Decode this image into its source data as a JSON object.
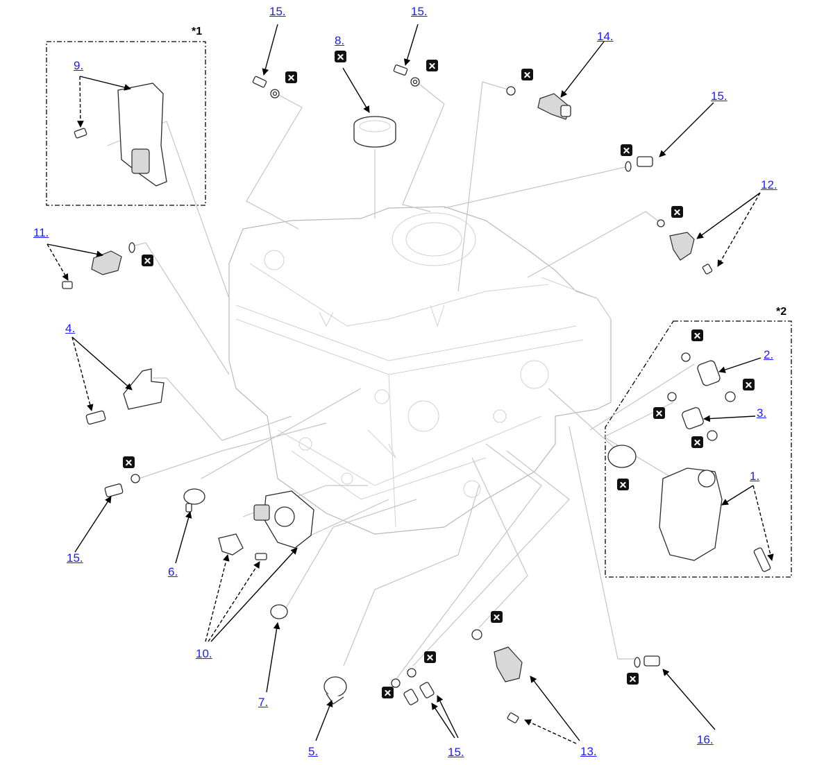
{
  "diagram": {
    "notes": [
      {
        "id": "note-1",
        "text": "*1"
      },
      {
        "id": "note-2",
        "text": "*2"
      }
    ],
    "callouts": [
      {
        "id": "c15a",
        "text": "15."
      },
      {
        "id": "c8",
        "text": "8."
      },
      {
        "id": "c15b",
        "text": "15."
      },
      {
        "id": "c14",
        "text": "14."
      },
      {
        "id": "c15c",
        "text": "15."
      },
      {
        "id": "c9",
        "text": "9."
      },
      {
        "id": "c12",
        "text": "12."
      },
      {
        "id": "c11",
        "text": "11."
      },
      {
        "id": "c4",
        "text": "4."
      },
      {
        "id": "c2",
        "text": "2."
      },
      {
        "id": "c3",
        "text": "3."
      },
      {
        "id": "c1",
        "text": "1."
      },
      {
        "id": "c15d",
        "text": "15."
      },
      {
        "id": "c6",
        "text": "6."
      },
      {
        "id": "c10",
        "text": "10."
      },
      {
        "id": "c7",
        "text": "7."
      },
      {
        "id": "c5",
        "text": "5."
      },
      {
        "id": "c15e",
        "text": "15."
      },
      {
        "id": "c13",
        "text": "13."
      },
      {
        "id": "c16",
        "text": "16."
      }
    ],
    "non_reusable_icon": "replace-x-icon",
    "colors": {
      "link": "#1a1aff",
      "housing_line": "#b8b8b8",
      "part_line": "#2a2a2a"
    }
  }
}
